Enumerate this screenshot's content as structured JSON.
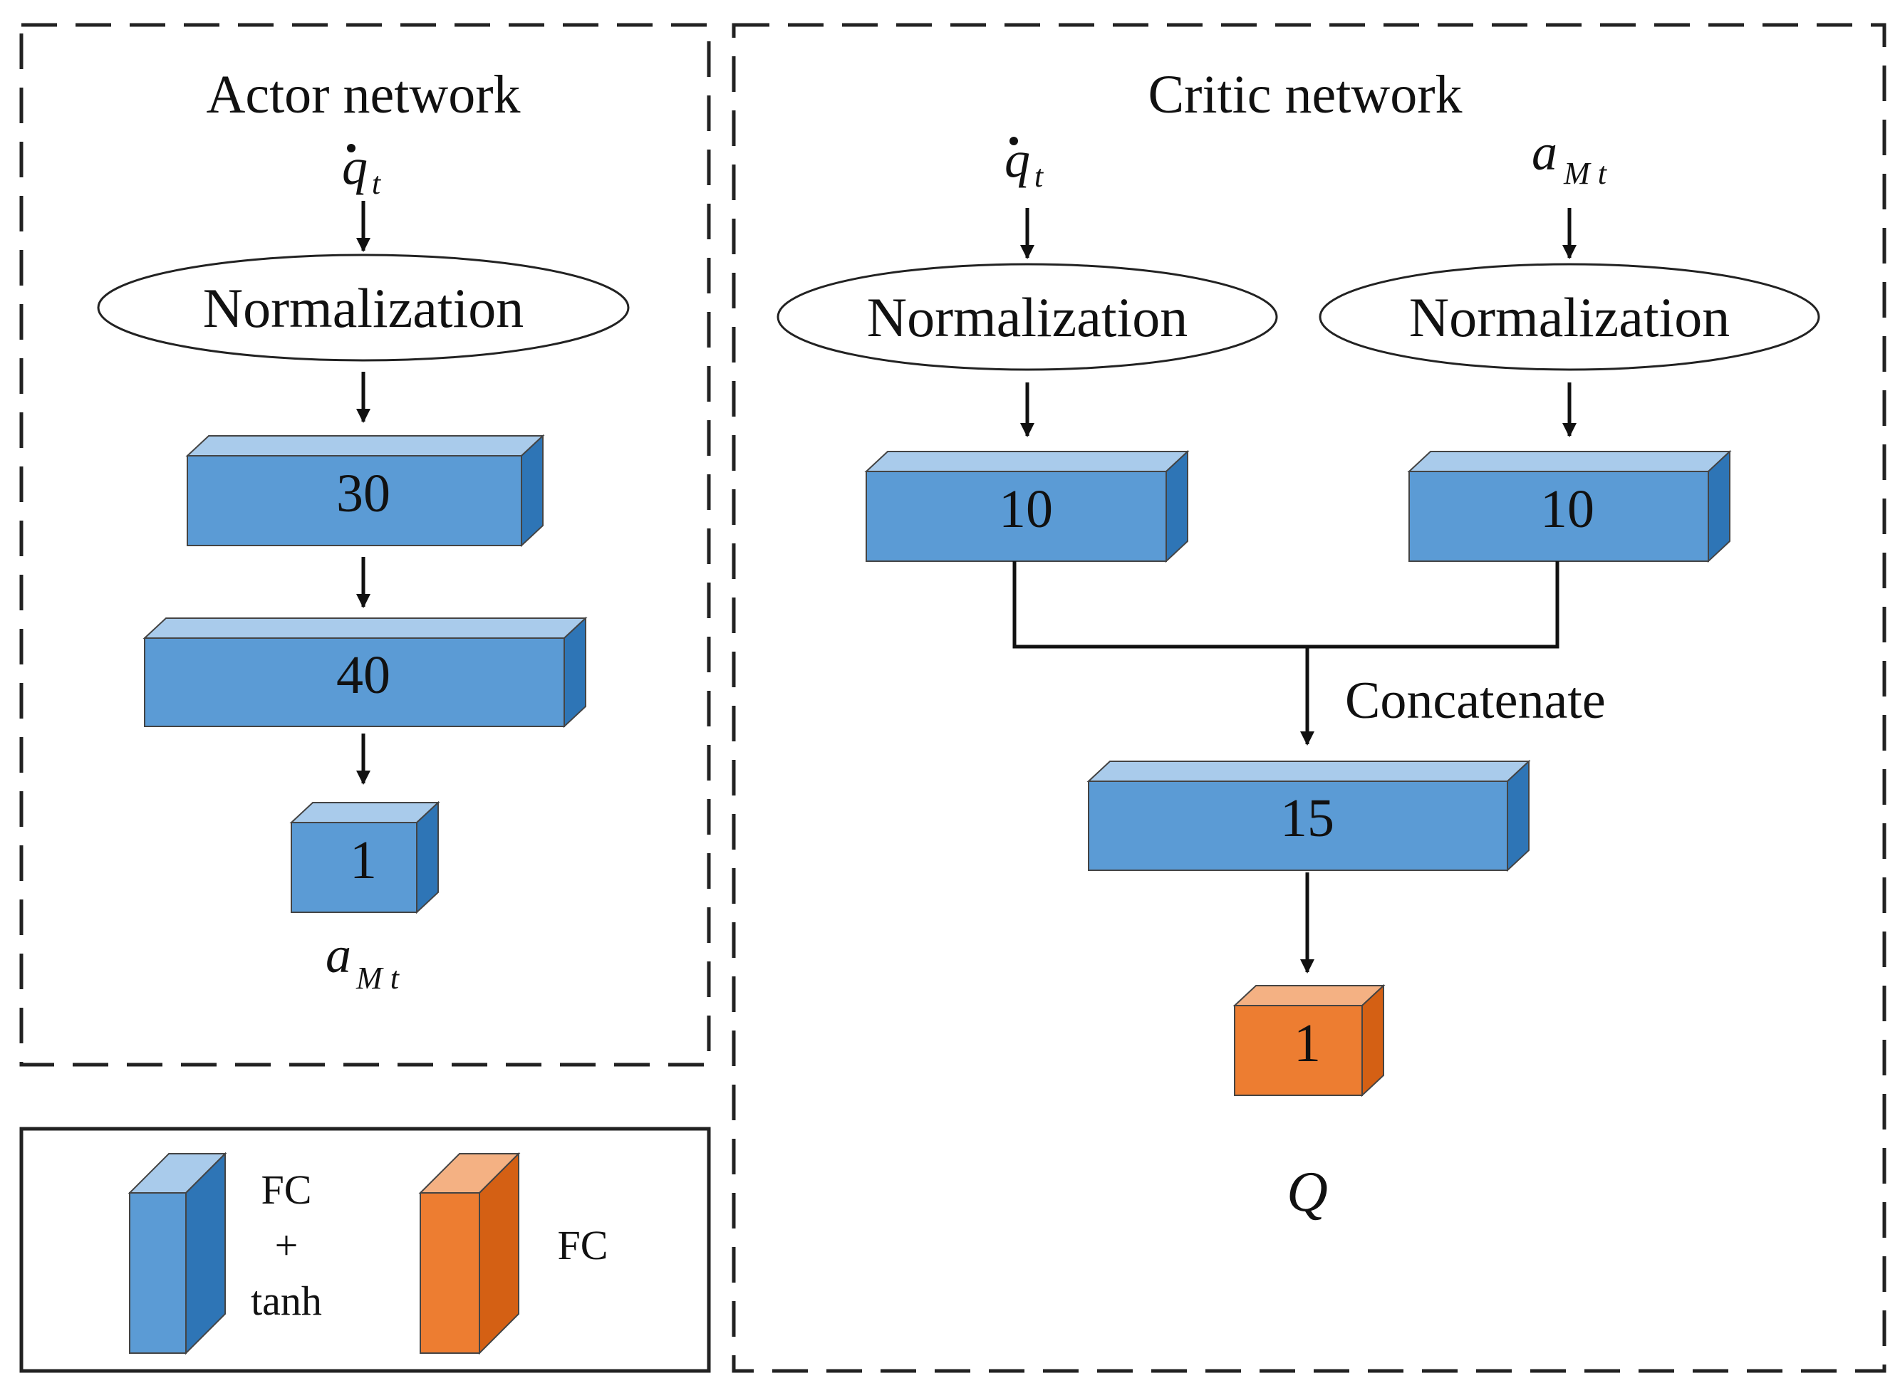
{
  "actor": {
    "title": "Actor network",
    "input": {
      "symbol": "q",
      "subscript": "t"
    },
    "normalization_label": "Normalization",
    "layers": [
      "30",
      "40",
      "1"
    ],
    "output": {
      "symbol": "a",
      "subscript": "M t"
    }
  },
  "critic": {
    "title": "Critic network",
    "input_state": {
      "symbol": "q",
      "subscript": "t"
    },
    "input_action": {
      "symbol": "a",
      "subscript": "M t"
    },
    "normalization_left_label": "Normalization",
    "normalization_right_label": "Normalization",
    "left_layer": "10",
    "right_layer": "10",
    "concatenate_label": "Concatenate",
    "merged_layer": "15",
    "output_layer": "1",
    "output": {
      "symbol": "Q"
    }
  },
  "legend": {
    "blue_line1": "FC",
    "blue_line2": "+",
    "blue_line3": "tanh",
    "orange_label": "FC"
  },
  "colors": {
    "blue_front": "#5b9bd5",
    "blue_top": "#a9cbeb",
    "blue_side": "#2e75b6",
    "orange_front": "#ed7d31",
    "orange_top": "#f4b183",
    "orange_side": "#d46014",
    "stroke": "#222222"
  }
}
